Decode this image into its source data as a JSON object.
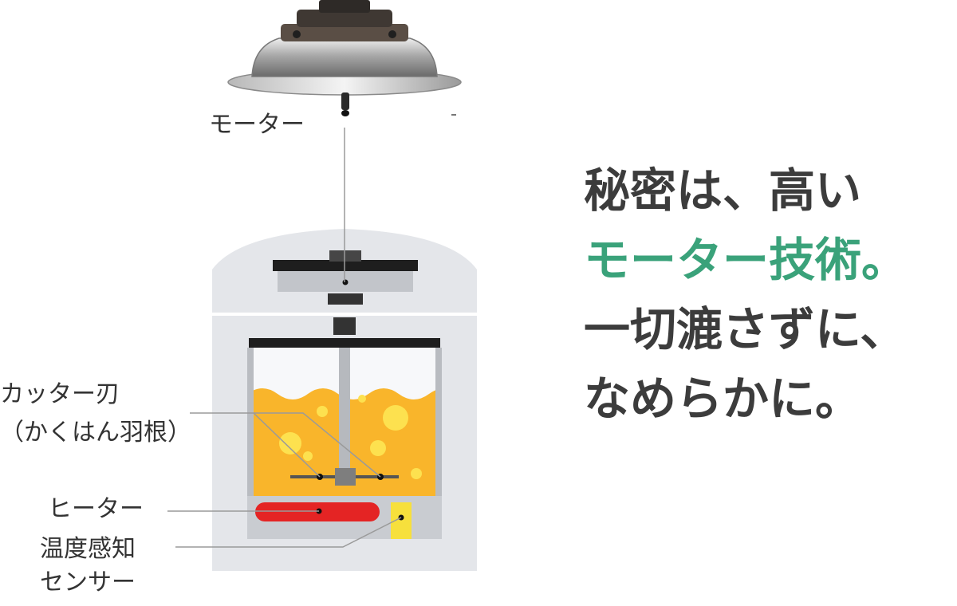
{
  "labels": {
    "motor": "モーター",
    "cutter": "カッター刃",
    "cutter_sub": "（かくはん羽根）",
    "heater": "ヒーター",
    "sensor_line1": "温度感知",
    "sensor_line2": "センサー"
  },
  "headline": {
    "line1": "秘密は、高い",
    "line2": "モーター技術。",
    "line3": "一切漉さずに、",
    "line4": "なめらかに。"
  },
  "colors": {
    "accent": "#3aa27a",
    "text": "#3c3c3c",
    "liquid": "#f9b52b",
    "bubble": "#fde14f",
    "heater": "#e42424",
    "sensor": "#f7e03c",
    "housing": "#e4e6ea",
    "dark": "#1e1e1e"
  },
  "icons": {
    "motor": "motor-icon"
  }
}
